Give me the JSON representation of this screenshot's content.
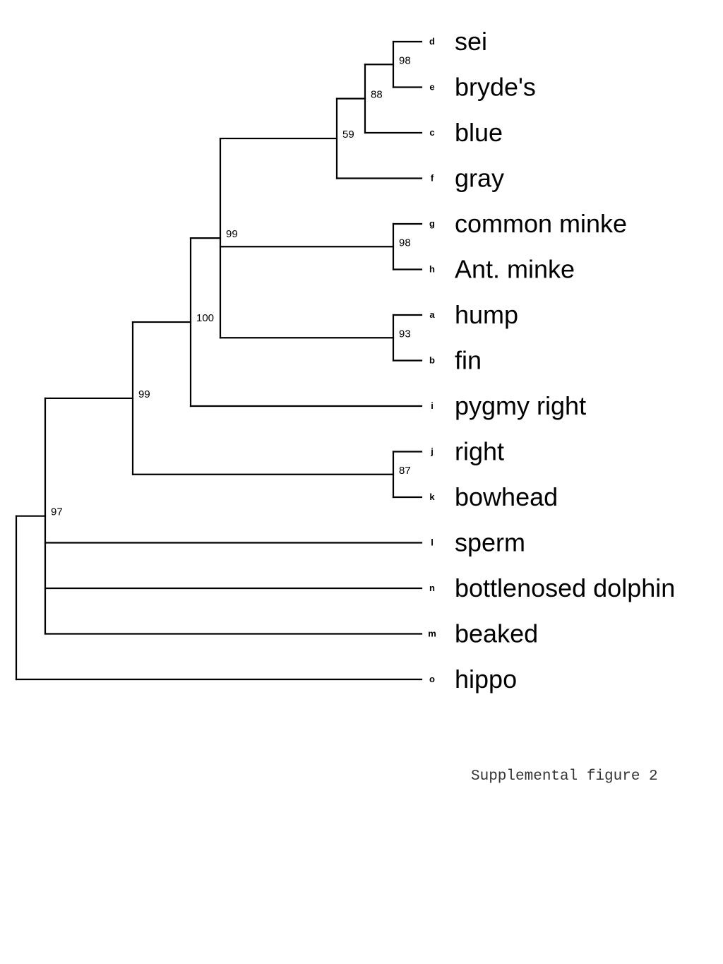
{
  "tree": {
    "taxa": [
      {
        "id": "d",
        "code": "d",
        "name": "sei"
      },
      {
        "id": "e",
        "code": "e",
        "name": "bryde's"
      },
      {
        "id": "c",
        "code": "c",
        "name": "blue"
      },
      {
        "id": "f",
        "code": "f",
        "name": "gray"
      },
      {
        "id": "g",
        "code": "g",
        "name": "common minke"
      },
      {
        "id": "h",
        "code": "h",
        "name": "Ant. minke"
      },
      {
        "id": "a",
        "code": "a",
        "name": "hump"
      },
      {
        "id": "b",
        "code": "b",
        "name": "fin"
      },
      {
        "id": "i",
        "code": "i",
        "name": "pygmy right"
      },
      {
        "id": "j",
        "code": "j",
        "name": "right"
      },
      {
        "id": "k",
        "code": "k",
        "name": "bowhead"
      },
      {
        "id": "l",
        "code": "l",
        "name": "sperm"
      },
      {
        "id": "n",
        "code": "n",
        "name": "bottlenosed dolphin"
      },
      {
        "id": "m",
        "code": "m",
        "name": "beaked"
      },
      {
        "id": "o",
        "code": "o",
        "name": "hippo"
      }
    ],
    "clades": [
      {
        "id": "de",
        "children": [
          "d",
          "e"
        ],
        "support": "98"
      },
      {
        "id": "dec",
        "children": [
          "de",
          "c"
        ],
        "support": "88"
      },
      {
        "id": "decf",
        "children": [
          "dec",
          "f"
        ],
        "support": "59"
      },
      {
        "id": "gh",
        "children": [
          "g",
          "h"
        ],
        "support": "98"
      },
      {
        "id": "ab",
        "children": [
          "a",
          "b"
        ],
        "support": "93"
      },
      {
        "id": "rorquals",
        "children": [
          "decf",
          "gh",
          "ab"
        ],
        "support": "99"
      },
      {
        "id": "rorquals_i",
        "children": [
          "rorquals",
          "i"
        ],
        "support": "100"
      },
      {
        "id": "jk",
        "children": [
          "j",
          "k"
        ],
        "support": "87"
      },
      {
        "id": "baleen",
        "children": [
          "rorquals_i",
          "jk"
        ],
        "support": "99"
      },
      {
        "id": "cetacea",
        "children": [
          "baleen",
          "l",
          "n",
          "m"
        ],
        "support": "97"
      },
      {
        "id": "root",
        "children": [
          "cetacea",
          "o"
        ],
        "support": ""
      }
    ]
  },
  "caption": "Supplemental figure 2"
}
